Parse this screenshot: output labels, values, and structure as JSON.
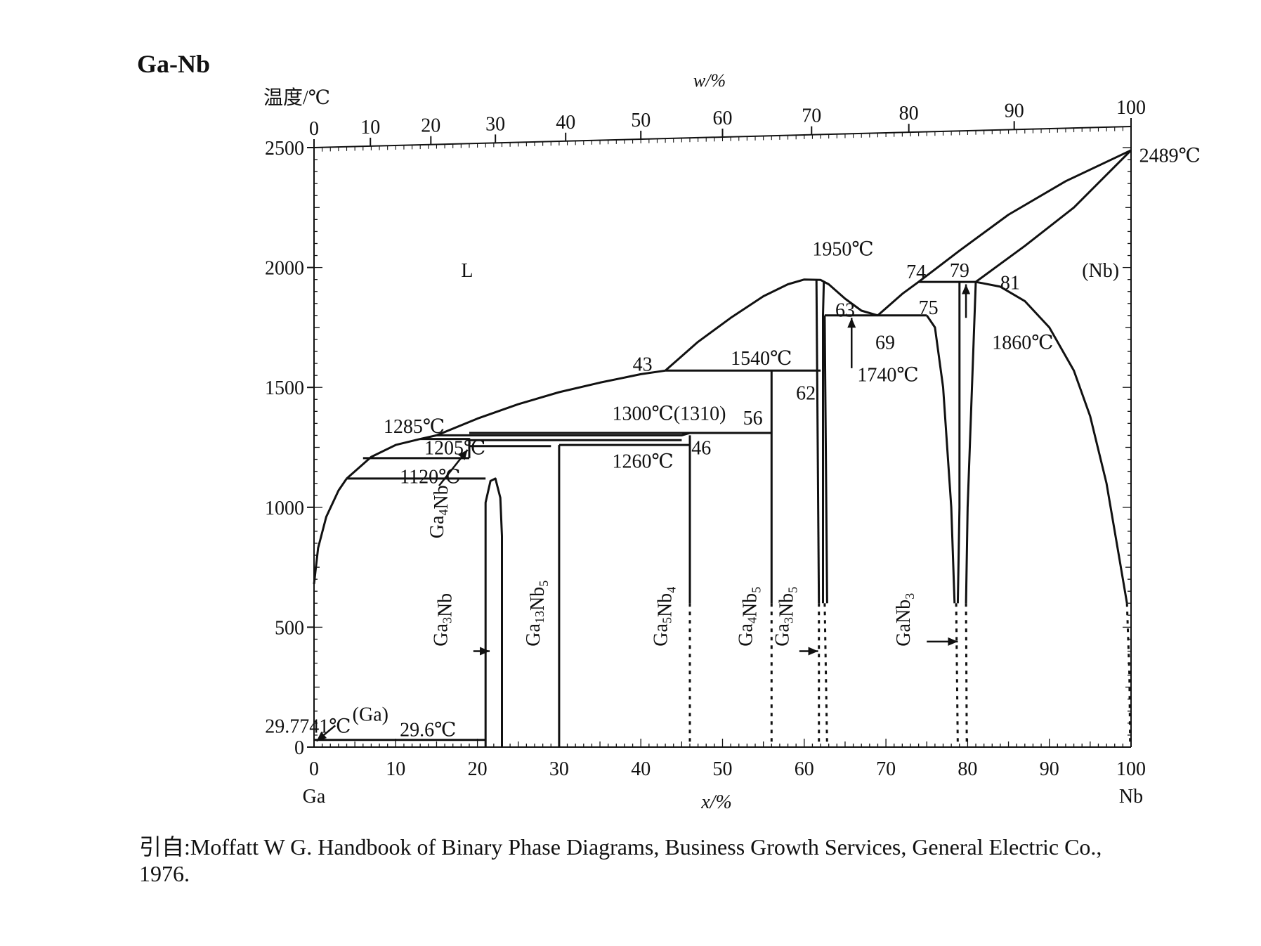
{
  "title": "Ga-Nb",
  "citation": {
    "line1": "引自:Moffatt W G. Handbook of Binary Phase Diagrams, Business Growth Services, General Electric Co.,",
    "line2": "1976."
  },
  "chart_data": {
    "type": "line",
    "title": "Ga-Nb",
    "ylabel": "温度/℃",
    "xlabel": "x/%",
    "top_xlabel": "w/%",
    "left_element": "Ga",
    "right_element": "Nb",
    "xlim": [
      0,
      100
    ],
    "ylim": [
      0,
      2500
    ],
    "x_ticks": [
      0,
      10,
      20,
      30,
      40,
      50,
      60,
      70,
      80,
      90,
      100
    ],
    "y_ticks": [
      0,
      500,
      1000,
      1500,
      2000,
      2500
    ],
    "top_ticks": [
      {
        "label": "0",
        "x": 0
      },
      {
        "label": "10",
        "x": 6.9
      },
      {
        "label": "20",
        "x": 14.3
      },
      {
        "label": "30",
        "x": 22.2
      },
      {
        "label": "40",
        "x": 30.8
      },
      {
        "label": "50",
        "x": 40.0
      },
      {
        "label": "60",
        "x": 50.0
      },
      {
        "label": "70",
        "x": 60.9
      },
      {
        "label": "80",
        "x": 72.8
      },
      {
        "label": "90",
        "x": 85.7
      },
      {
        "label": "100",
        "x": 100
      }
    ],
    "series": [
      {
        "kind": "solid",
        "points": [
          [
            0,
            680
          ],
          [
            0.5,
            830
          ],
          [
            1.5,
            960
          ],
          [
            3,
            1070
          ],
          [
            4,
            1120
          ]
        ]
      },
      {
        "kind": "solid",
        "points": [
          [
            4,
            1120
          ],
          [
            7,
            1210
          ],
          [
            10,
            1260
          ],
          [
            13,
            1285
          ]
        ]
      },
      {
        "kind": "solid",
        "points": [
          [
            13,
            1285
          ],
          [
            15,
            1300
          ]
        ]
      },
      {
        "kind": "solid",
        "points": [
          [
            15,
            1300
          ],
          [
            20,
            1370
          ],
          [
            25,
            1430
          ],
          [
            30,
            1480
          ],
          [
            35,
            1520
          ],
          [
            40,
            1555
          ],
          [
            43,
            1570
          ]
        ]
      },
      {
        "kind": "solid",
        "points": [
          [
            43,
            1570
          ],
          [
            47,
            1690
          ],
          [
            51,
            1790
          ],
          [
            55,
            1880
          ],
          [
            58,
            1930
          ],
          [
            60,
            1950
          ],
          [
            62,
            1948
          ],
          [
            63,
            1930
          ],
          [
            65,
            1870
          ],
          [
            67,
            1820
          ],
          [
            69,
            1800
          ]
        ]
      },
      {
        "kind": "solid",
        "points": [
          [
            69,
            1800
          ],
          [
            72,
            1890
          ],
          [
            74,
            1940
          ],
          [
            79,
            2070
          ],
          [
            85,
            2220
          ],
          [
            92,
            2360
          ],
          [
            100,
            2489
          ]
        ]
      },
      {
        "kind": "solid",
        "points": [
          [
            81,
            1940
          ],
          [
            87,
            2090
          ],
          [
            93,
            2250
          ],
          [
            100,
            2489
          ]
        ]
      },
      {
        "kind": "solid",
        "points": [
          [
            81,
            1940
          ],
          [
            84,
            1920
          ],
          [
            87,
            1860
          ],
          [
            90,
            1750
          ],
          [
            93,
            1570
          ],
          [
            95,
            1380
          ],
          [
            97,
            1100
          ],
          [
            98.5,
            800
          ],
          [
            99.5,
            600
          ]
        ]
      },
      {
        "kind": "dashed",
        "points": [
          [
            99.5,
            600
          ],
          [
            99.8,
            300
          ],
          [
            99.9,
            0
          ]
        ]
      },
      {
        "kind": "solid",
        "points": [
          [
            4,
            1120
          ],
          [
            21,
            1120
          ]
        ]
      },
      {
        "kind": "solid",
        "points": [
          [
            6,
            1205
          ],
          [
            19,
            1205
          ]
        ]
      },
      {
        "kind": "solid",
        "points": [
          [
            13,
            1285
          ],
          [
            19,
            1285
          ],
          [
            19,
            1205
          ]
        ]
      },
      {
        "kind": "solid",
        "points": [
          [
            19,
            1255
          ],
          [
            29,
            1255
          ]
        ]
      },
      {
        "kind": "solid",
        "points": [
          [
            19,
            1280
          ],
          [
            45,
            1280
          ]
        ]
      },
      {
        "kind": "solid",
        "points": [
          [
            30,
            1260
          ],
          [
            46,
            1260
          ]
        ]
      },
      {
        "kind": "solid",
        "points": [
          [
            15,
            1300
          ],
          [
            45,
            1300
          ],
          [
            46,
            1310
          ]
        ]
      },
      {
        "kind": "solid",
        "points": [
          [
            19,
            1310
          ],
          [
            56,
            1310
          ]
        ]
      },
      {
        "kind": "solid",
        "points": [
          [
            43,
            1570
          ],
          [
            62,
            1570
          ]
        ]
      },
      {
        "kind": "solid",
        "points": [
          [
            62.5,
            1800
          ],
          [
            75,
            1800
          ]
        ]
      },
      {
        "kind": "solid",
        "points": [
          [
            74,
            1940
          ],
          [
            81,
            1940
          ]
        ]
      },
      {
        "kind": "solid",
        "points": [
          [
            0,
            30
          ],
          [
            21,
            30
          ]
        ]
      },
      {
        "kind": "solid",
        "points": [
          [
            21,
            0
          ],
          [
            21,
            1020
          ],
          [
            21.6,
            1110
          ],
          [
            22.2,
            1120
          ],
          [
            22.8,
            1040
          ],
          [
            23,
            880
          ],
          [
            23,
            0
          ]
        ]
      },
      {
        "kind": "solid",
        "points": [
          [
            30,
            0
          ],
          [
            30,
            1260
          ]
        ]
      },
      {
        "kind": "solid",
        "points": [
          [
            46,
            600
          ],
          [
            46,
            1300
          ]
        ]
      },
      {
        "kind": "dashed",
        "points": [
          [
            46,
            600
          ],
          [
            46,
            0
          ]
        ]
      },
      {
        "kind": "solid",
        "points": [
          [
            56,
            600
          ],
          [
            56,
            1570
          ]
        ]
      },
      {
        "kind": "dashed",
        "points": [
          [
            56,
            600
          ],
          [
            56,
            0
          ]
        ]
      },
      {
        "kind": "solid",
        "points": [
          [
            61.8,
            600
          ],
          [
            61.5,
            1950
          ]
        ]
      },
      {
        "kind": "dashed",
        "points": [
          [
            61.8,
            600
          ],
          [
            61.8,
            0
          ]
        ]
      },
      {
        "kind": "solid",
        "points": [
          [
            62.3,
            600
          ],
          [
            62.3,
            1800
          ],
          [
            62.4,
            1940
          ]
        ]
      },
      {
        "kind": "solid",
        "points": [
          [
            62.5,
            1800
          ],
          [
            62.8,
            600
          ]
        ]
      },
      {
        "kind": "dashed",
        "points": [
          [
            62.5,
            600
          ],
          [
            62.8,
            0
          ]
        ]
      },
      {
        "kind": "solid",
        "points": [
          [
            75,
            1800
          ],
          [
            76,
            1750
          ],
          [
            77,
            1500
          ],
          [
            78,
            1000
          ],
          [
            78.4,
            600
          ]
        ]
      },
      {
        "kind": "solid",
        "points": [
          [
            78.8,
            600
          ],
          [
            79,
            1000
          ],
          [
            79,
            1940
          ]
        ]
      },
      {
        "kind": "dashed",
        "points": [
          [
            78.6,
            600
          ],
          [
            78.8,
            0
          ]
        ]
      },
      {
        "kind": "solid",
        "points": [
          [
            81,
            1940
          ],
          [
            80,
            1000
          ],
          [
            79.8,
            600
          ]
        ]
      },
      {
        "kind": "dashed",
        "points": [
          [
            79.8,
            600
          ],
          [
            79.9,
            0
          ]
        ]
      }
    ],
    "annotations": [
      {
        "text": "L",
        "x": 18,
        "y": 1960
      },
      {
        "text": "(Nb)",
        "x": 94,
        "y": 1960
      },
      {
        "text": "2489℃",
        "x": 101,
        "y": 2440
      },
      {
        "text": "1950℃",
        "x": 61,
        "y": 2050
      },
      {
        "text": "74",
        "x": 72.5,
        "y": 1955
      },
      {
        "text": "79",
        "x": 77.8,
        "y": 1960
      },
      {
        "text": "81",
        "x": 84,
        "y": 1910
      },
      {
        "text": "63",
        "x": 63.8,
        "y": 1795
      },
      {
        "text": "75",
        "x": 74,
        "y": 1805
      },
      {
        "text": "69",
        "x": 68.7,
        "y": 1660
      },
      {
        "text": "1860℃",
        "x": 83,
        "y": 1660
      },
      {
        "text": "1740℃",
        "x": 66.5,
        "y": 1525
      },
      {
        "text": "43",
        "x": 39,
        "y": 1570
      },
      {
        "text": "1540℃",
        "x": 51,
        "y": 1595
      },
      {
        "text": "62",
        "x": 59,
        "y": 1450
      },
      {
        "text": "1285℃",
        "x": 8.5,
        "y": 1310
      },
      {
        "text": "1300℃(1310)",
        "x": 36.5,
        "y": 1365
      },
      {
        "text": "56",
        "x": 52.5,
        "y": 1345
      },
      {
        "text": "1205℃",
        "x": 13.5,
        "y": 1220
      },
      {
        "text": "46",
        "x": 46.2,
        "y": 1220
      },
      {
        "text": "1260℃",
        "x": 36.5,
        "y": 1165
      },
      {
        "text": "1120℃",
        "x": 10.5,
        "y": 1100
      },
      {
        "text": "(Ga)",
        "x": 4.7,
        "y": 110
      },
      {
        "text": "29.6℃",
        "x": 10.5,
        "y": 45
      },
      {
        "text": "29.7741℃",
        "x": -6,
        "y": 60
      }
    ],
    "phase_labels": [
      {
        "name": "Ga",
        "sub": "4",
        "suffix": "Nb",
        "sub2": "",
        "x": 15.8,
        "y": 870
      },
      {
        "name": "Ga",
        "sub": "3",
        "suffix": "Nb",
        "sub2": "",
        "x": 16.3,
        "y": 420
      },
      {
        "name": "Ga",
        "sub": "13",
        "suffix": "Nb",
        "sub2": "5",
        "x": 27.6,
        "y": 420
      },
      {
        "name": "Ga",
        "sub": "5",
        "suffix": "Nb",
        "sub2": "4",
        "x": 43.2,
        "y": 420
      },
      {
        "name": "Ga",
        "sub": "4",
        "suffix": "Nb",
        "sub2": "5",
        "x": 53.6,
        "y": 420
      },
      {
        "name": "Ga",
        "sub": "3",
        "suffix": "Nb",
        "sub2": "5",
        "x": 58.1,
        "y": 420
      },
      {
        "name": "Ga",
        "sub": "",
        "suffix": "Nb",
        "sub2": "3",
        "x": 72.9,
        "y": 420
      }
    ]
  }
}
